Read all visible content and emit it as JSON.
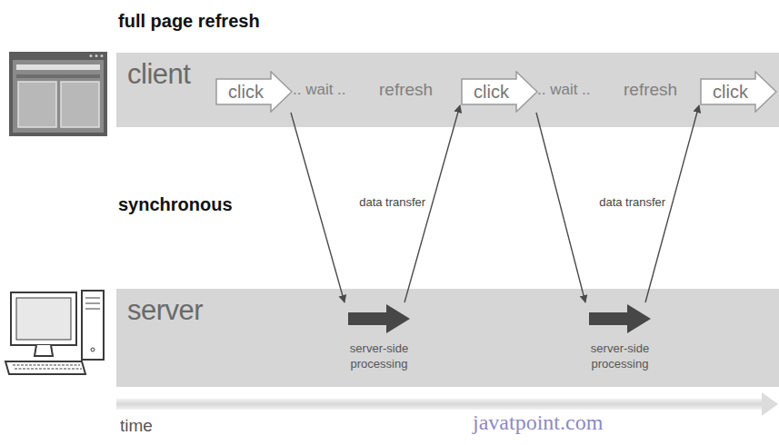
{
  "diagram": {
    "title": "full page refresh",
    "nodes": [
      {
        "text": [
          "client"
        ]
      },
      {
        "text": [
          "click"
        ],
        "in": 0
      },
      {
        "text": [
          "click"
        ],
        "in": 0
      },
      {
        "text": [
          "click"
        ],
        "in": 0
      },
      {
        "text": [
          "server"
        ]
      },
      {
        "text": [
          "server-side processing"
        ],
        "in": 4
      },
      {
        "text": [
          "server-side processing"
        ],
        "in": 4
      }
    ],
    "edges": [
      {
        "from": 1,
        "to": 5,
        "arrow": "to"
      },
      {
        "from": 5,
        "to": 2,
        "label": "data transfer",
        "arrow": "to"
      },
      {
        "from": 2,
        "to": 6,
        "arrow": "to"
      },
      {
        "from": 6,
        "to": 3,
        "label": "data transfer",
        "arrow": "to"
      }
    ],
    "labels": [
      "synchronous",
      ".. wait ..",
      "refresh",
      ".. wait ..",
      "refresh",
      "time",
      "javatpoint.com"
    ]
  }
}
